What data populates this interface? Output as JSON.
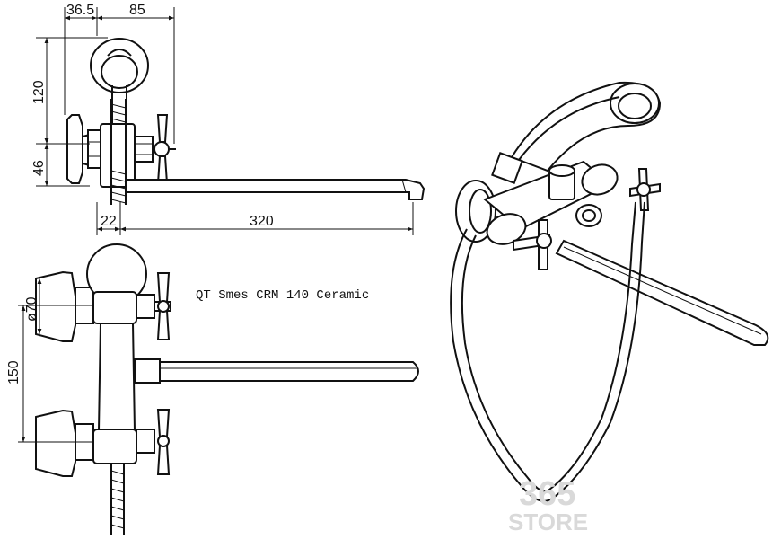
{
  "dimensions": {
    "d_36_5": "36.5",
    "d_85": "85",
    "d_120": "120",
    "d_46": "46",
    "d_22": "22",
    "d_320": "320",
    "d_70": "ø70",
    "d_150": "150"
  },
  "model_label": "QT Smes CRM 140 Ceramic",
  "watermark": {
    "line1": "365",
    "line2": "STORE"
  }
}
